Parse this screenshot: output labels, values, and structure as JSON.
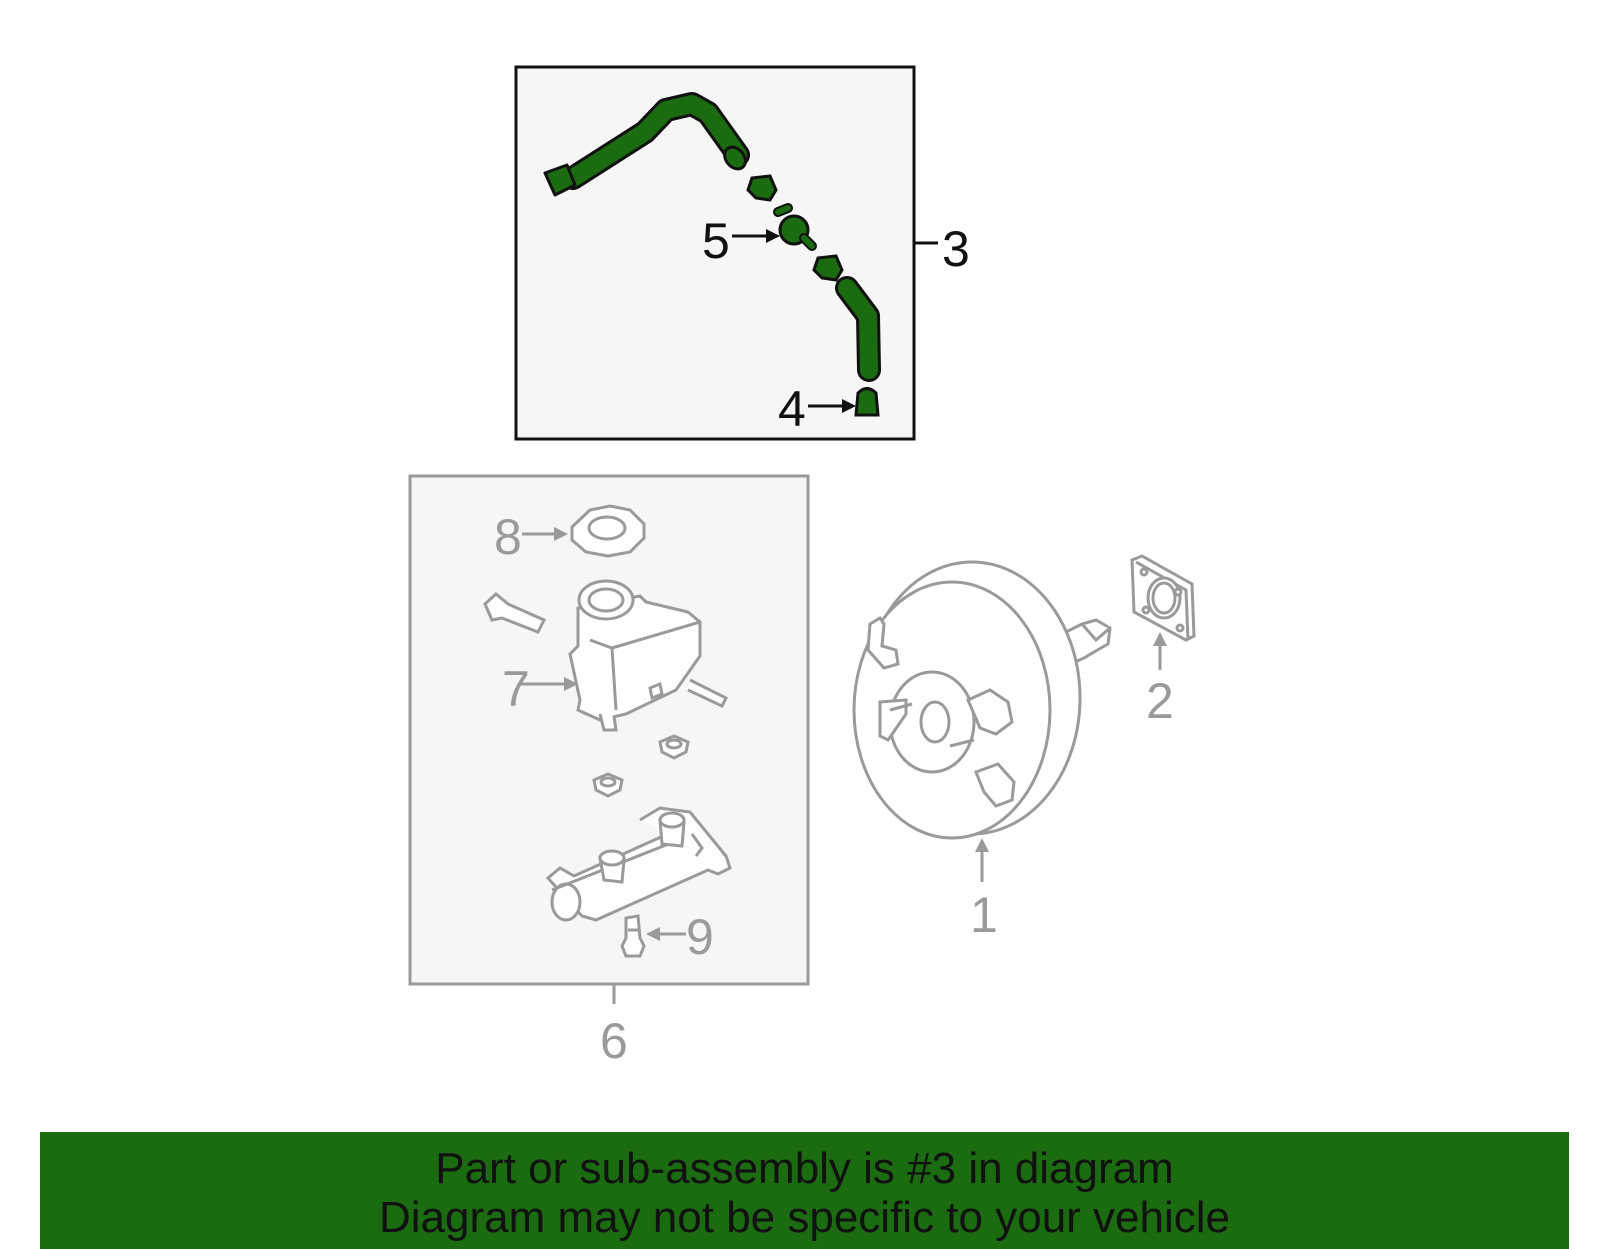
{
  "callouts": {
    "c1": "1",
    "c2": "2",
    "c3": "3",
    "c4": "4",
    "c5": "5",
    "c6": "6",
    "c7": "7",
    "c8": "8",
    "c9": "9"
  },
  "banner": {
    "line1": "Part or sub-assembly is #3 in diagram",
    "line2": "Diagram may not be specific to your vehicle"
  },
  "colors": {
    "highlight_part": "#1b6b11",
    "banner_background": "#1b6b11",
    "inactive_part": "#9a9a9a"
  },
  "icons": [
    "hose-icon",
    "check-valve-icon",
    "clamp-icon",
    "brake-booster-icon",
    "gasket-icon",
    "master-cylinder-icon",
    "reservoir-icon",
    "reservoir-cap-icon",
    "seal-icon"
  ]
}
